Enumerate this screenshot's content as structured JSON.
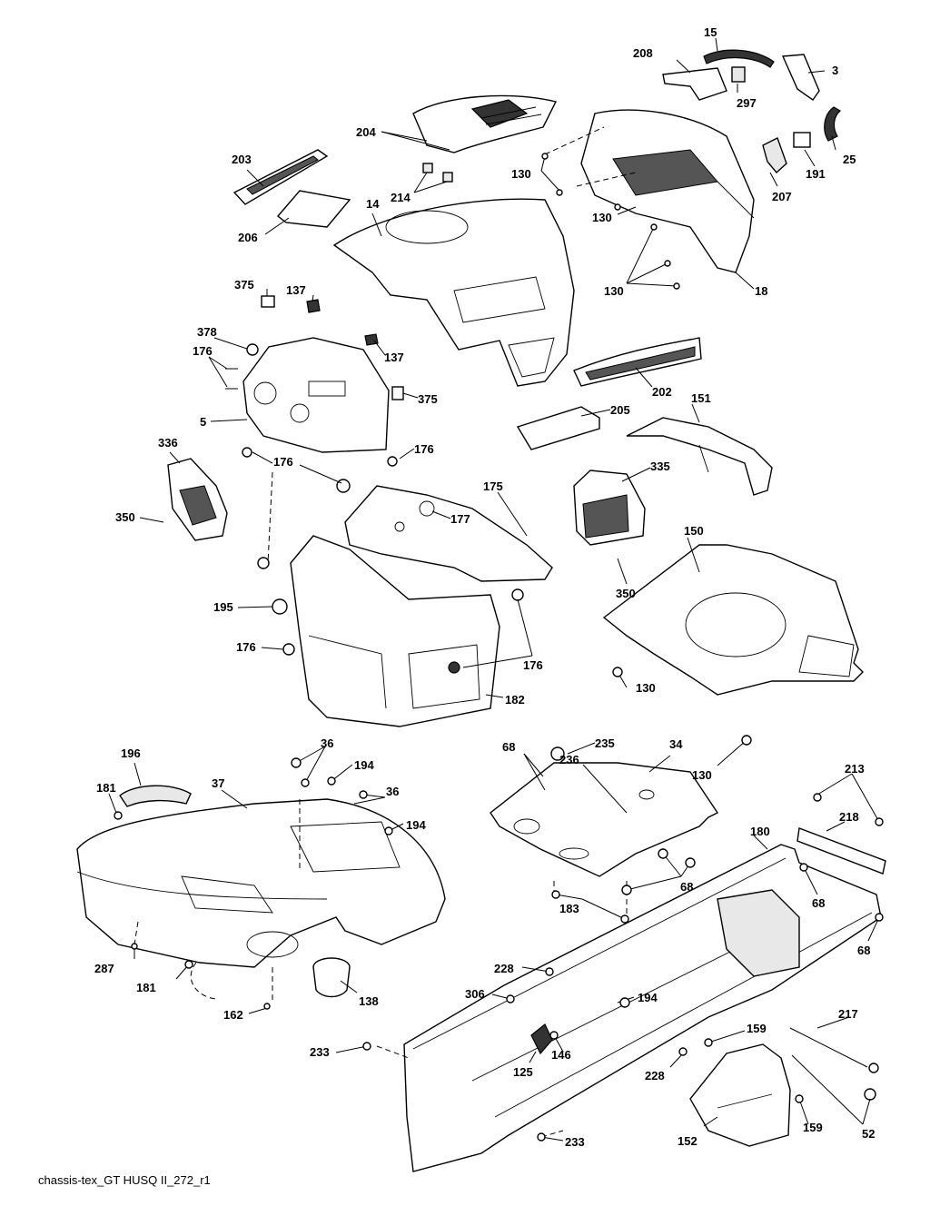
{
  "caption": "chassis-tex_GT HUSQ II_272_r1",
  "callouts": [
    "15",
    "208",
    "3",
    "297",
    "204",
    "25",
    "191",
    "207",
    "203",
    "214",
    "130",
    "130",
    "14",
    "206",
    "130",
    "130",
    "18",
    "375",
    "137",
    "378",
    "176",
    "137",
    "375",
    "202",
    "5",
    "205",
    "151",
    "176",
    "336",
    "176",
    "335",
    "175",
    "350",
    "177",
    "150",
    "350",
    "195",
    "130",
    "176",
    "176",
    "182",
    "130",
    "235",
    "36",
    "34",
    "68",
    "196",
    "194",
    "236",
    "213",
    "37",
    "181",
    "36",
    "194",
    "218",
    "180",
    "68",
    "68",
    "68",
    "183",
    "287",
    "228",
    "181",
    "138",
    "194",
    "306",
    "162",
    "217",
    "159",
    "233",
    "146",
    "125",
    "228",
    "233",
    "152",
    "159",
    "52"
  ]
}
